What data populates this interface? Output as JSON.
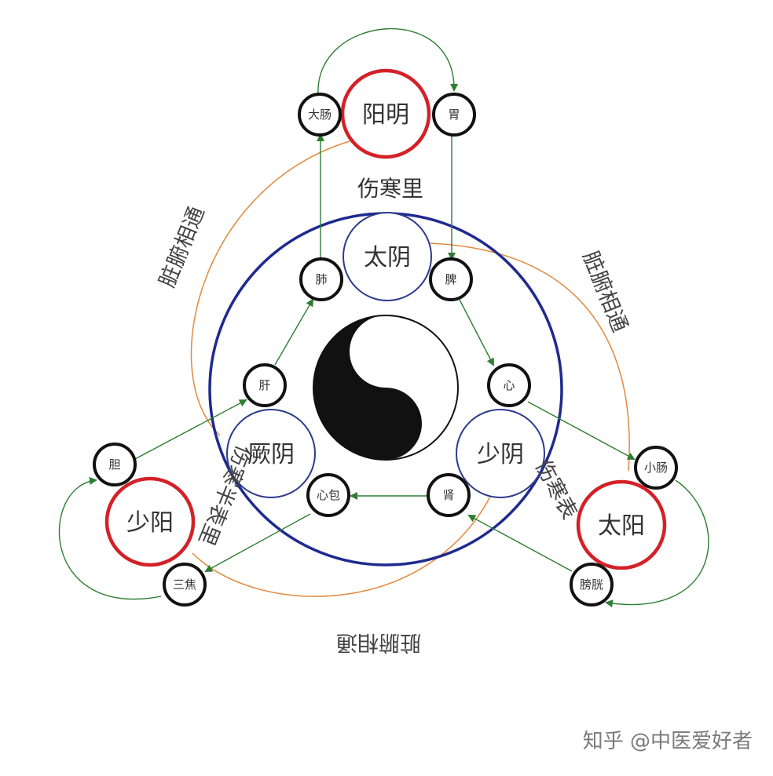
{
  "colors": {
    "red": "#d42027",
    "blue": "#1f2a8f",
    "navy": "#2d3a8c",
    "green": "#2e7d32",
    "orange": "#e3883d",
    "black": "#111111",
    "text": "#333333"
  },
  "channels": {
    "yangming": "阳明",
    "taiyin": "太阴",
    "jueyin": "厥阴",
    "shaoyin": "少阴",
    "shaoyang": "少阳",
    "taiyang": "太阳"
  },
  "organs": {
    "large_intestine": "大肠",
    "stomach": "胃",
    "lung": "肺",
    "spleen": "脾",
    "liver": "肝",
    "heart": "心",
    "pericardium": "心包",
    "kidney": "肾",
    "gallbladder": "胆",
    "triple_burner": "三焦",
    "small_intestine": "小肠",
    "bladder": "膀胱"
  },
  "labels": {
    "shanghan_li": "伤寒里",
    "shanghan_biao": "伤寒表",
    "shanghan_banbiaoli": "伤寒半表里",
    "zangfu_left": "脏腑相通",
    "zangfu_right": "脏腑相通",
    "zangfu_bottom": "脏腑相通"
  },
  "watermark": "知乎 @中医爱好者",
  "icons": {
    "center": "yin-yang-icon"
  }
}
